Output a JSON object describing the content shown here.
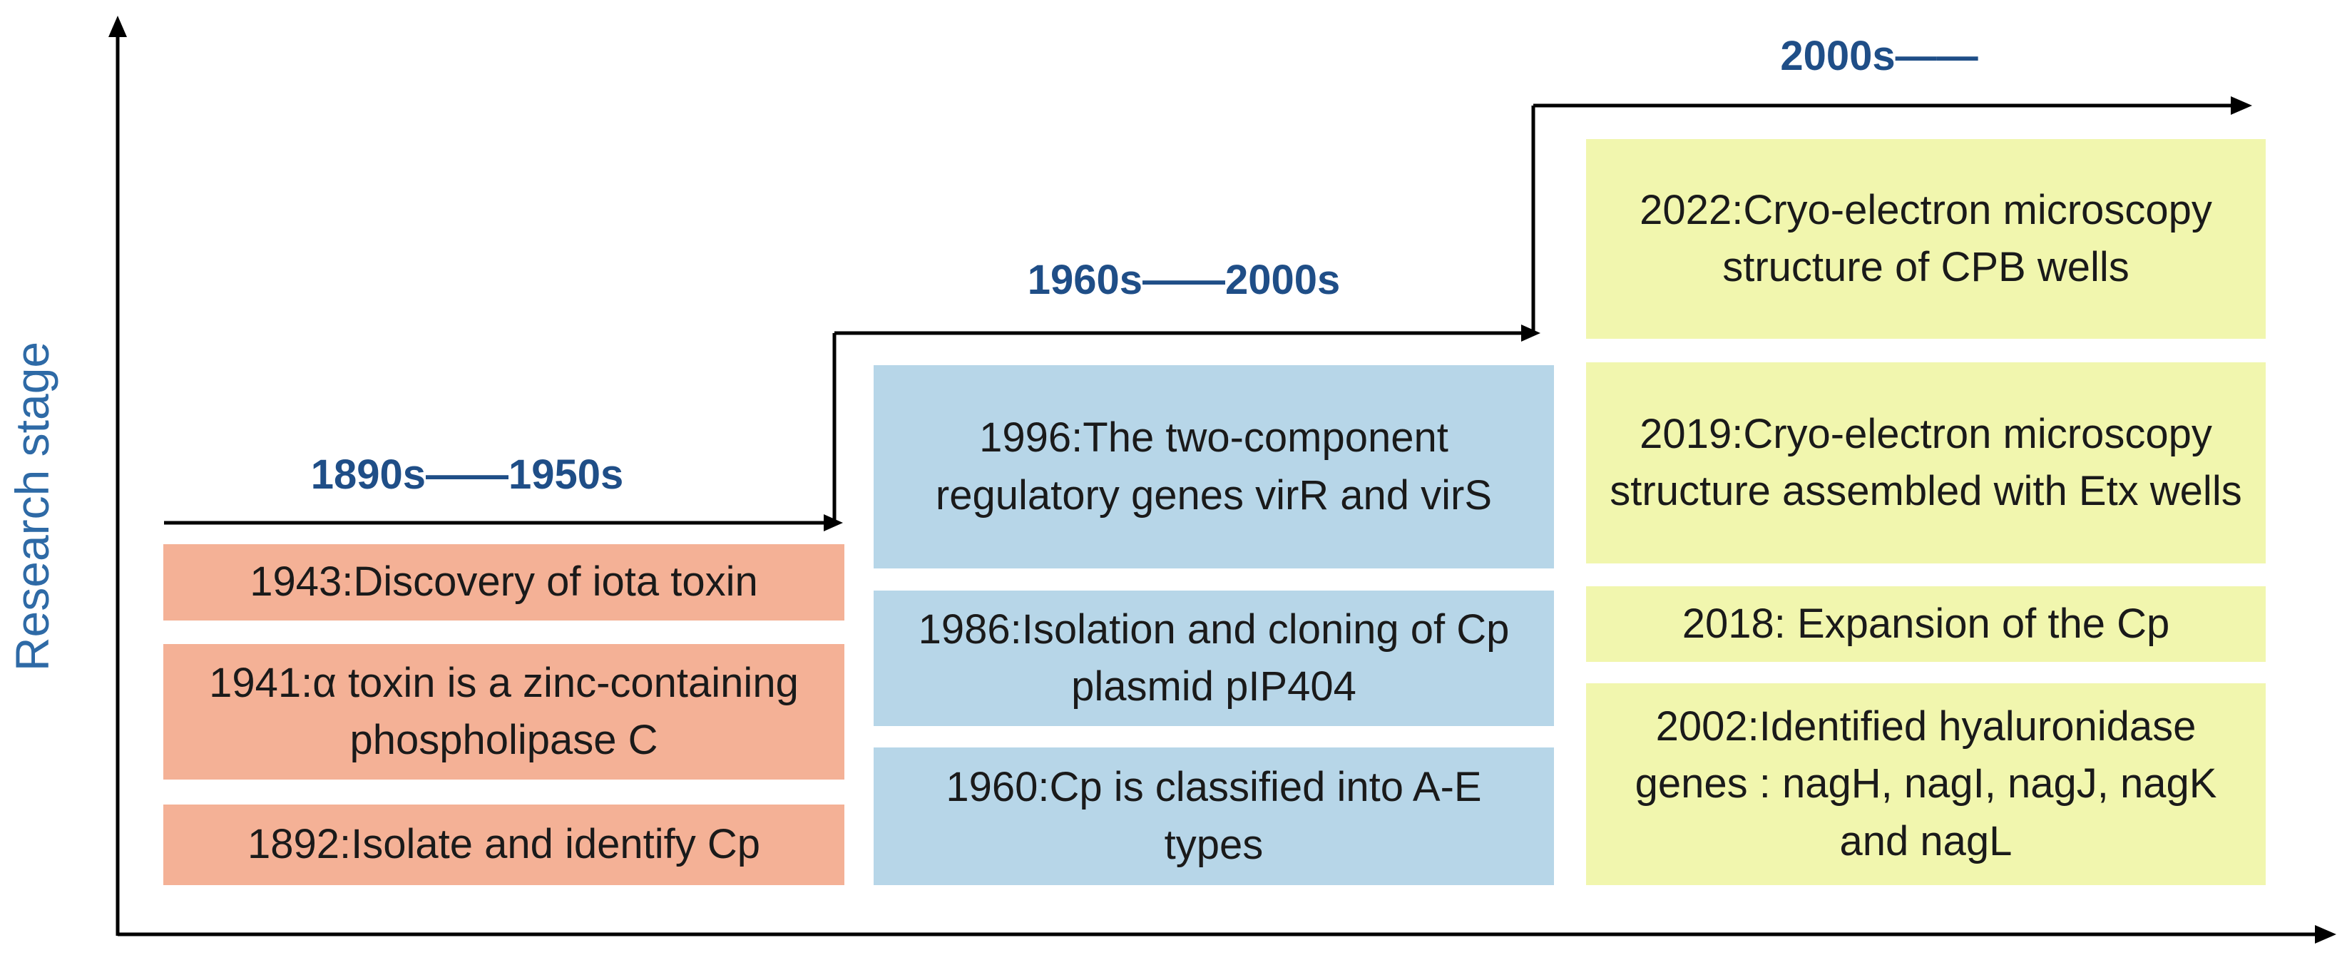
{
  "y_axis_label": "Research stage",
  "eras": [
    {
      "label": "1890s——1950s"
    },
    {
      "label": "1960s——2000s"
    },
    {
      "label": "2000s——"
    }
  ],
  "events": {
    "era1": [
      "1943:Discovery of iota toxin",
      "1941:α toxin is a zinc-containing phospholipase C",
      "1892:Isolate and identify Cp"
    ],
    "era2": [
      "1996:The two-component regulatory genes virR and virS",
      "1986:Isolation and cloning of Cp plasmid pIP404",
      "1960:Cp is classified into A-E types"
    ],
    "era3": [
      "2022:Cryo-electron microscopy structure of CPB wells",
      "2019:Cryo-electron microscopy structure assembled with Etx wells",
      "2018: Expansion of the Cp",
      "2002:Identified hyaluronidase genes : nagH, nagI, nagJ, nagK and nagL"
    ]
  },
  "colors": {
    "era1_box": "#f4b196",
    "era2_box": "#b7d6e8",
    "era3_box": "#f1f6ae",
    "era_label": "#1f4e87",
    "axis_label": "#2e6aa6"
  }
}
